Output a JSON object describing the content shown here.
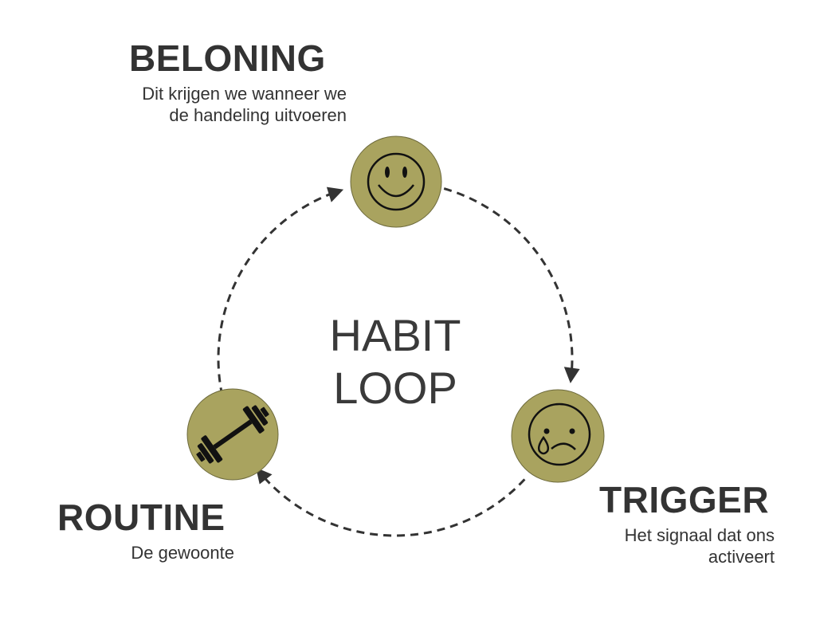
{
  "center": {
    "line1": "HABIT",
    "line2": "LOOP"
  },
  "beloning": {
    "title": "BELONING",
    "desc": "Dit krijgen we wanneer we de handeling uitvoeren",
    "icon": "smiley-icon"
  },
  "trigger": {
    "title": "TRIGGER",
    "desc": "Het signaal dat ons activeert",
    "icon": "crying-face-icon"
  },
  "routine": {
    "title": "ROUTINE",
    "desc": "De gewoonte",
    "icon": "dumbbell-icon"
  },
  "colors": {
    "node": "#a9a35f",
    "stroke": "#333333"
  }
}
